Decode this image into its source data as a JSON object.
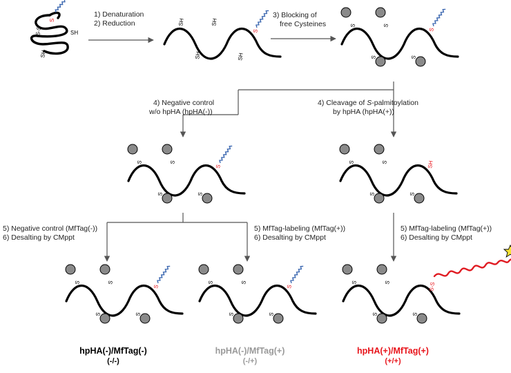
{
  "colors": {
    "black": "#000000",
    "gray_text": "#999999",
    "red": "#e8141b",
    "blocker_fill": "#8a8a8a",
    "lipid": "#3b67b0",
    "tag_red": "#e01b22",
    "star": "#f7e433",
    "tag_navy": "#1d2654",
    "arrow": "#555555"
  },
  "icons": [
    "folded-protein-icon",
    "protein-chain-icon",
    "blocking-group-icon",
    "palmitoyl-chain-icon",
    "mftag-probe-icon",
    "star-icon"
  ],
  "labels": {
    "sh": "SH",
    "s": "S",
    "ss": "S-S",
    "red_ss": "S-S"
  },
  "steps": {
    "step1": "1)  Denaturation",
    "step2": "2)  Reduction",
    "step3_line1": "3) Blocking of",
    "step3_line2": "free Cysteines",
    "step4_neg_line1": "4) Negative control",
    "step4_neg_line2": "w/o hpHA (hpHA(-))",
    "step4_cleave_line1_pre": "4) Cleavage of ",
    "step4_cleave_line1_italic": "S",
    "step4_cleave_line1_post": "-palmitoylation",
    "step4_cleave_line2": "by hpHA  (hpHA(+))",
    "step5_neg": "5) Negative control (MfTag(-))",
    "step6_neg": "6) Desalting by CMppt",
    "step5_lab_left": "5) MfTag-labeling (MfTag(+))",
    "step6_lab_left": "6) Desalting by CMppt",
    "step5_lab_right": "5) MfTag-labeling (MfTag(+))",
    "step6_lab_right": "6) Desalting by CMppt"
  },
  "results": {
    "neg_neg_main": "hpHA(-)/MfTag(-)",
    "neg_neg_sub": "(-/-)",
    "neg_pos_main": "hpHA(-)/MfTag(+)",
    "neg_pos_sub": "(-/+)",
    "pos_pos_main": "hpHA(+)/MfTag(+)",
    "pos_pos_sub": "(+/+)"
  }
}
